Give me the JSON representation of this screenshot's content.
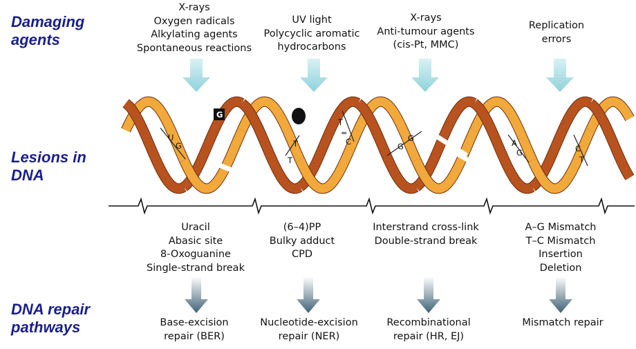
{
  "row_labels": {
    "agents": [
      "Damaging",
      "agents"
    ],
    "lesions": [
      "Lesions in",
      "DNA"
    ],
    "pathways": [
      "DNA repair",
      "pathways"
    ]
  },
  "columns": [
    {
      "agents": [
        "X-rays",
        "Oxygen radicals",
        "Alkylating agents",
        "Spontaneous reactions"
      ],
      "lesions": [
        "Uracil",
        "Abasic site",
        "8-Oxoguanine",
        "Single-strand break"
      ],
      "pathway": [
        "Base-excision",
        "repair (BER)"
      ],
      "bases": [
        "U",
        "G",
        "G"
      ]
    },
    {
      "agents": [
        "UV light",
        "Polycyclic aromatic",
        "hydrocarbons"
      ],
      "lesions": [
        "(6–4)PP",
        "Bulky adduct",
        "CPD"
      ],
      "pathway": [
        "Nucleotide-excision",
        "repair (NER)"
      ],
      "bases": [
        "T",
        "T",
        "T",
        "C"
      ]
    },
    {
      "agents": [
        "X-rays",
        "Anti-tumour agents",
        "(cis-Pt, MMC)"
      ],
      "lesions": [
        "Interstrand cross-link",
        "Double-strand break"
      ],
      "pathway": [
        "Recombinational",
        "repair (HR, EJ)"
      ],
      "bases": [
        "G",
        "G"
      ]
    },
    {
      "agents": [
        "Replication",
        "errors"
      ],
      "lesions": [
        "A–G Mismatch",
        "T–C Mismatch",
        "Insertion",
        "Deletion"
      ],
      "pathway": [
        "Mismatch repair"
      ],
      "bases": [
        "A",
        "G",
        "C",
        "T"
      ]
    }
  ],
  "colors": {
    "label_blue": "#1a1f8c",
    "strand_orange": "#f2a93b",
    "strand_brown": "#b8531f",
    "agent_arrow": "#a8dde4",
    "repair_arrow": "#4f7186"
  }
}
